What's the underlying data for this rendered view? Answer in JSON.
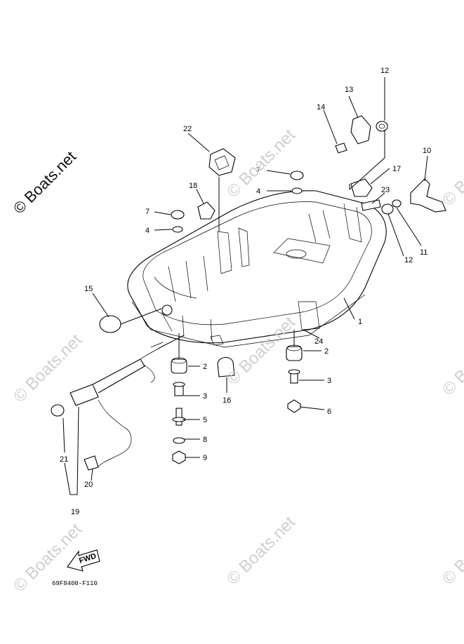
{
  "watermark": {
    "main": "© Boats.net",
    "faint": "© Boats.net"
  },
  "diagram_code": "69F8400-F110",
  "fwd_label": "FWD",
  "callouts": {
    "c1": "1",
    "c2a": "2",
    "c2b": "2",
    "c3a": "3",
    "c3b": "3",
    "c4a": "4",
    "c4b": "4",
    "c5": "5",
    "c6": "6",
    "c7a": "7",
    "c7b": "7",
    "c8": "8",
    "c9": "9",
    "c10": "10",
    "c11": "11",
    "c12a": "12",
    "c12b": "12",
    "c13": "13",
    "c14": "14",
    "c15": "15",
    "c16": "16",
    "c17": "17",
    "c18": "18",
    "c19": "19",
    "c20": "20",
    "c21": "21",
    "c22": "22",
    "c23": "23",
    "c24": "24"
  }
}
